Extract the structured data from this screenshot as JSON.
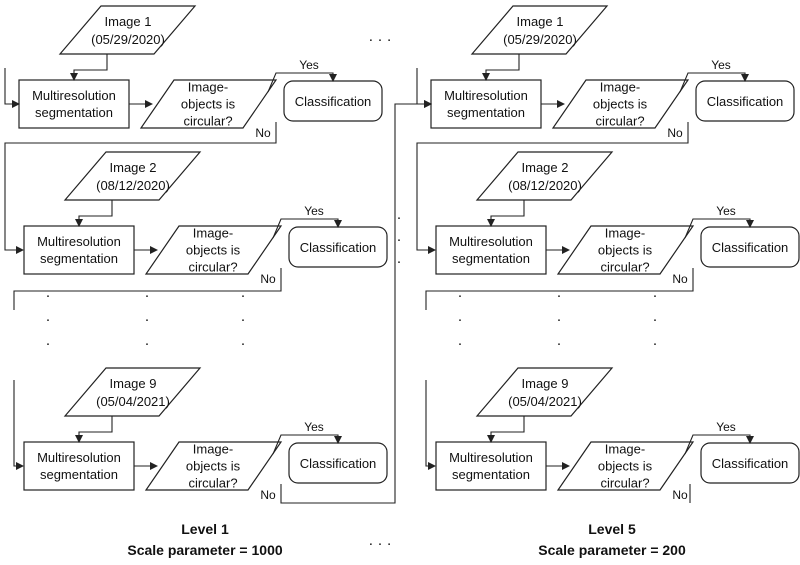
{
  "dates": [
    "(05/29/2020)",
    "(08/12/2020)",
    "(05/04/2021)"
  ],
  "image_titles": [
    "Image 1",
    "Image 2",
    "Image 9"
  ],
  "segmentation_label": [
    "Multiresolution",
    "segmentation"
  ],
  "decision_label": [
    "Image-",
    "objects is",
    "circular?"
  ],
  "classification_label": "Classification",
  "yes_label": "Yes",
  "no_label": "No",
  "ellipsis": "· · ·",
  "vdot": "·",
  "levels": [
    {
      "name": "Level 1",
      "scale": "Scale parameter = 1000"
    },
    {
      "name": "Level 5",
      "scale": "Scale parameter = 200"
    }
  ]
}
